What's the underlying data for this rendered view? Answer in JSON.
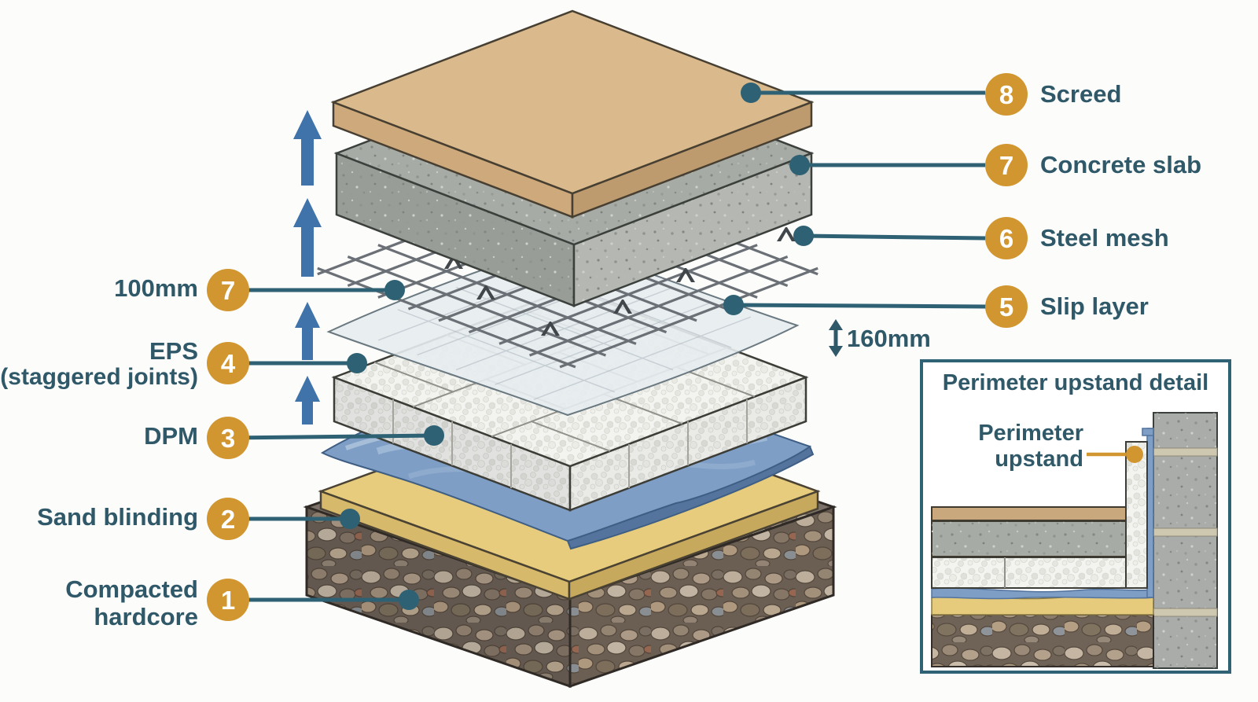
{
  "palette": {
    "accent_orange": "#d1962f",
    "label_teal": "#2f5868",
    "leader_teal": "#2e6173",
    "arrow_blue": "#3f73a9",
    "screed_tan": "#daba8c",
    "concrete_gray": "#a7aba6",
    "eps_white": "#f3f3ef",
    "dpm_blue": "#7e9ec6",
    "sand_yellow": "#e6cc7c",
    "background": "#fcfcfb"
  },
  "legend_right": [
    {
      "num": "8",
      "label": "Screed"
    },
    {
      "num": "7",
      "label": "Concrete slab"
    },
    {
      "num": "6",
      "label": "Steel mesh"
    },
    {
      "num": "5",
      "label": "Slip layer"
    }
  ],
  "legend_left": [
    {
      "num": "7",
      "lines": [
        "100mm"
      ]
    },
    {
      "num": "4",
      "lines": [
        "EPS",
        "(staggered joints)"
      ]
    },
    {
      "num": "3",
      "lines": [
        "DPM"
      ]
    },
    {
      "num": "2",
      "lines": [
        "Sand blinding"
      ]
    },
    {
      "num": "1",
      "lines": [
        "Compacted",
        "hardcore"
      ]
    }
  ],
  "dimension_label": "160mm",
  "inset": {
    "title": "Perimeter upstand detail",
    "callout_line1": "Perimeter",
    "callout_line2": "upstand"
  }
}
